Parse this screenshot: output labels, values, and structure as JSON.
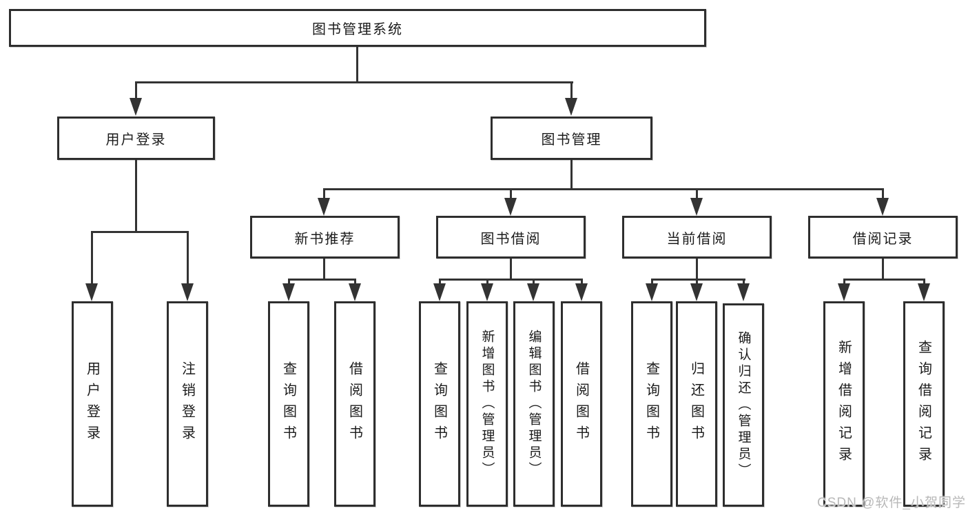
{
  "tree": {
    "root": "图书管理系统",
    "children": [
      {
        "label": "用户登录",
        "children": [
          "用户登录",
          "注销登录"
        ]
      },
      {
        "label": "图书管理",
        "children": [
          {
            "label": "新书推荐",
            "children": [
              "查询图书",
              "借阅图书"
            ]
          },
          {
            "label": "图书借阅",
            "children": [
              "查询图书",
              "新增图书（管理员）",
              "编辑图书（管理员）",
              "借阅图书"
            ]
          },
          {
            "label": "当前借阅",
            "children": [
              "查询图书",
              "归还图书",
              "确认归还（管理员）"
            ]
          },
          {
            "label": "借阅记录",
            "children": [
              "新增借阅记录",
              "查询借阅记录"
            ]
          }
        ]
      }
    ]
  },
  "watermark": "CSDN @软件_小贺同学",
  "colors": {
    "line": "#333333",
    "box_border": "#2e2e2e",
    "text": "#1b1b1b",
    "watermark": "#b8b8b8",
    "background": "#ffffff"
  }
}
